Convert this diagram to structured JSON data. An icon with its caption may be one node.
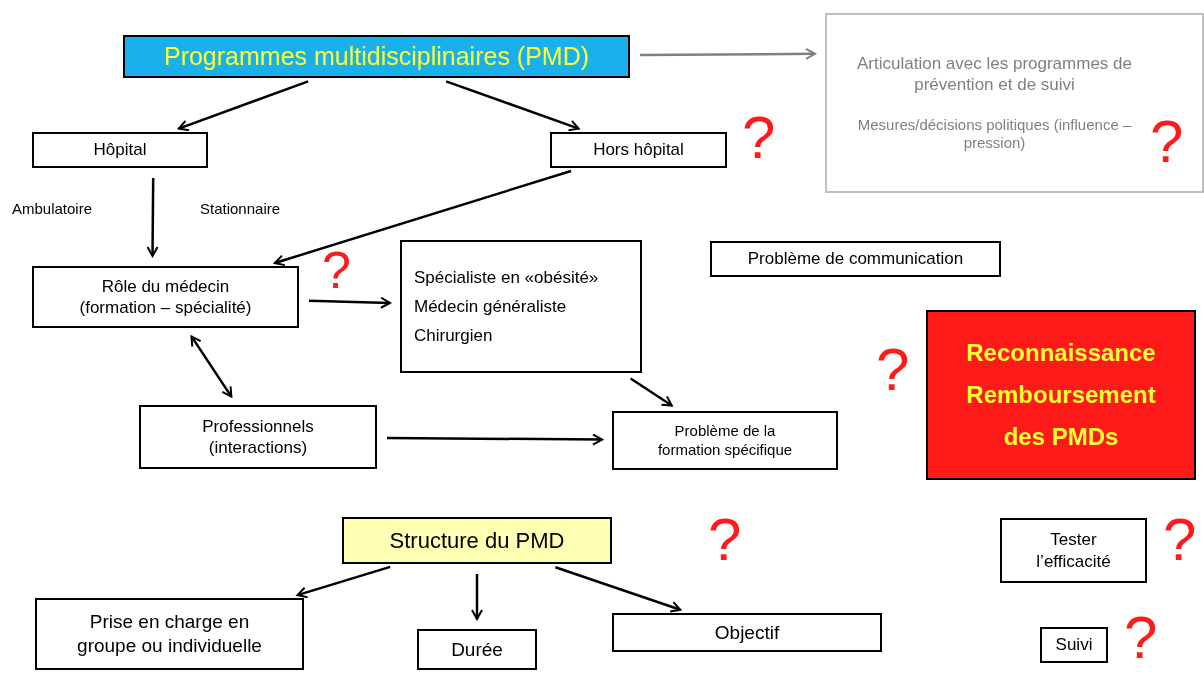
{
  "diagram": {
    "nodes": [
      {
        "text": [
          "Programmes multidisciplinaires (PMD)"
        ]
      },
      {
        "text": [
          "Hôpital"
        ]
      },
      {
        "text": [
          "Hors hôpital"
        ]
      },
      {
        "text": [
          "Articulation avec les programmes de prévention et de suivi",
          "Mesures/décisions politiques (influence – pression)"
        ]
      },
      {
        "text": [
          "Rôle du médecin (formation – spécialité)"
        ]
      },
      {
        "text": [
          "Spécialiste en «obésité»",
          "Médecin généraliste",
          "Chirurgien"
        ]
      },
      {
        "text": [
          "Problème de communication"
        ]
      },
      {
        "text": [
          "Reconnaissance",
          "Remboursement",
          "des PMDs"
        ]
      },
      {
        "text": [
          "Professionnels (interactions)"
        ]
      },
      {
        "text": [
          "Problème de la formation spécifique"
        ]
      },
      {
        "text": [
          "Structure du PMD"
        ]
      },
      {
        "text": [
          "Tester l’efficacité"
        ]
      },
      {
        "text": [
          "Prise en charge en groupe ou individuelle"
        ]
      },
      {
        "text": [
          "Durée"
        ]
      },
      {
        "text": [
          "Objectif"
        ]
      },
      {
        "text": [
          "Suivi"
        ]
      }
    ],
    "edges": [
      {
        "from": 0,
        "to": 1,
        "arrow": "to"
      },
      {
        "from": 0,
        "to": 2,
        "arrow": "to"
      },
      {
        "from": 0,
        "to": 3,
        "arrow": "to",
        "color": "#808080"
      },
      {
        "from": 1,
        "to": 4,
        "arrow": "to"
      },
      {
        "from": 2,
        "to": 4,
        "arrow": "to"
      },
      {
        "from": 4,
        "to": 5,
        "arrow": "to"
      },
      {
        "from": 4,
        "to": 8,
        "arrow": "both"
      },
      {
        "from": 5,
        "to": 9,
        "arrow": "to"
      },
      {
        "from": 8,
        "to": 9,
        "arrow": "to"
      },
      {
        "from": 10,
        "to": 12,
        "arrow": "to"
      },
      {
        "from": 10,
        "to": 13,
        "arrow": "to"
      },
      {
        "from": 10,
        "to": 14,
        "arrow": "to"
      }
    ],
    "labels": [
      "?",
      "?",
      "Ambulatoire",
      "Stationnaire",
      "?",
      "?",
      "?",
      "?",
      "?"
    ]
  }
}
